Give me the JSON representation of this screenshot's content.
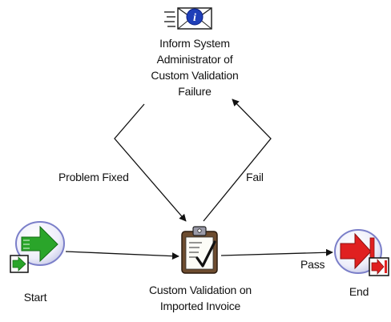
{
  "nodes": {
    "notify": {
      "label": "Inform System\nAdministrator of\nCustom Validation\nFailure",
      "icon": "envelope-info-icon"
    },
    "start": {
      "label": "Start",
      "icon": "start-arrow-icon"
    },
    "validate": {
      "label": "Custom Validation on\nImported Invoice",
      "icon": "clipboard-check-icon"
    },
    "end": {
      "label": "End",
      "icon": "end-stop-icon"
    }
  },
  "edges": {
    "problem_fixed": "Problem Fixed",
    "fail": "Fail",
    "pass": "Pass"
  },
  "colors": {
    "line": "#111111",
    "start_green": "#2aa52a",
    "end_red": "#e02020",
    "info_blue": "#1f3fb8",
    "node_ring": "#7b7fc9"
  }
}
